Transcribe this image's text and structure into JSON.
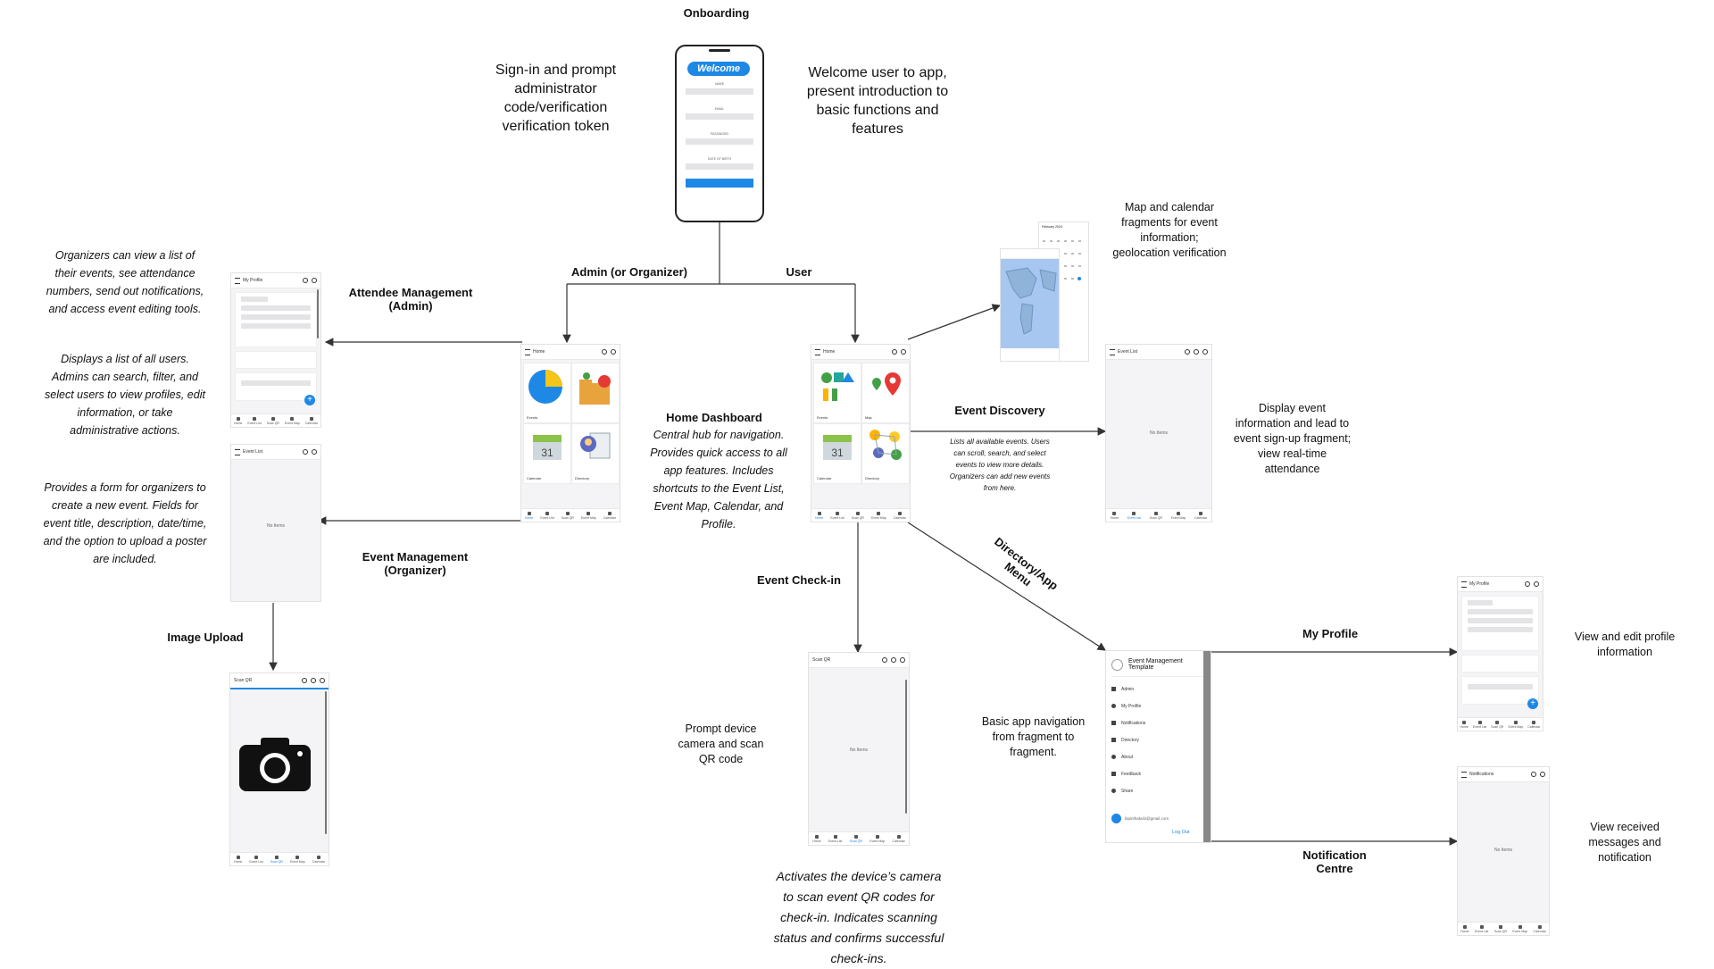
{
  "title": "Onboarding",
  "labels": {
    "signin": "Sign-in and prompt administrator code/verification verification token",
    "welcome": "Welcome user to app, present introduction to basic functions and features",
    "admin_branch": "Admin (or Organizer)",
    "user_branch": "User",
    "attendee_mgmt": "Attendee Management (Admin)",
    "event_mgmt": "Event Management (Organizer)",
    "image_upload": "Image Upload",
    "home_dashboard_title": "Home Dashboard",
    "home_dashboard_desc": "Central hub for navigation. Provides quick access to all app features. Includes shortcuts to the Event List, Event Map, Calendar, and Profile.",
    "event_discovery": "Event Discovery",
    "event_discovery_desc": "Lists all available events. Users can scroll, search, and select events to view more details. Organizers can add new events from here.",
    "map_calendar": "Map and calendar fragments for event information; geolocation verification",
    "display_event": "Display event information and lead to event sign-up fragment; view real-time attendance",
    "event_checkin": "Event Check-in",
    "directory_menu": "Directory/App Menu",
    "prompt_camera": "Prompt device camera and scan QR code",
    "activates_camera": "Activates the device’s camera to scan event QR codes for check-in. Indicates scanning status and confirms successful check-ins.",
    "basic_nav": "Basic app navigation from fragment to fragment.",
    "my_profile": "My Profile",
    "view_edit_profile": "View and edit profile information",
    "notification_centre": "Notification Centre",
    "view_received": "View received messages and notification",
    "organizers_desc": "Organizers can view a list of their events, see attendance numbers, send out notifications, and access event editing tools.",
    "admins_desc": "Displays a list of all users. Admins can search, filter, and select users to view profiles, edit information, or take administrative actions.",
    "form_desc": "Provides a form for organizers to create a new event. Fields for event title, description, date/time, and the option to upload a poster are included."
  },
  "screens": {
    "welcome_logo": "Welcome",
    "welcome_fields": [
      "NAME",
      "EMAIL",
      "PASSWORD",
      "DATE OF BIRTH"
    ],
    "my_profile": "My Profile",
    "event_list": "Event List",
    "scan_qr": "Scan QR",
    "home": "Home",
    "notifications": "Notifications",
    "no_items": "No Items",
    "tiles_admin": [
      "Events",
      "Calendar",
      "Directory"
    ],
    "tiles_user": [
      "Events",
      "Map",
      "Calendar",
      "Directory"
    ],
    "nav_items": [
      "Home",
      "Event List",
      "Scan QR",
      "Event Map",
      "Calendar"
    ],
    "drawer_title": "Event Management Template",
    "drawer_items": [
      "Admin",
      "My Profile",
      "Notifications",
      "Directory",
      "About",
      "Feedback",
      "Share"
    ],
    "drawer_email": "bipinthakuhi@gmail.com",
    "drawer_logout": "Log Out",
    "calendar_month": "February 2024"
  },
  "colors": {
    "accent": "#1e88e5",
    "line": "#333333"
  }
}
